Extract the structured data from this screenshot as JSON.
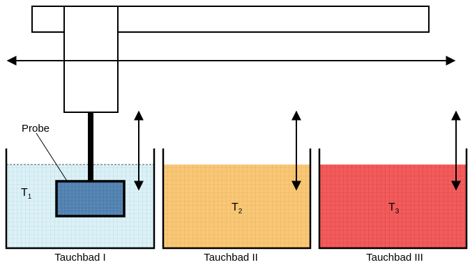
{
  "probe_label": "Probe",
  "baths": [
    {
      "name": "Tauchbad I",
      "temp_symbol": "T",
      "temp_index": "1",
      "fill_color": "#d8f0f5",
      "grid_color": "#9ccfdc"
    },
    {
      "name": "Tauchbad II",
      "temp_symbol": "T",
      "temp_index": "2",
      "fill_color": "#f8c876",
      "grid_color": "#e0a040"
    },
    {
      "name": "Tauchbad III",
      "temp_symbol": "T",
      "temp_index": "3",
      "fill_color": "#f05a5a",
      "grid_color": "#d43030"
    }
  ],
  "sample_color": "#4a79a8",
  "icons": {
    "horizontal_arrow": "double-headed-arrow-icon",
    "vertical_arrow": "double-headed-arrow-icon"
  }
}
